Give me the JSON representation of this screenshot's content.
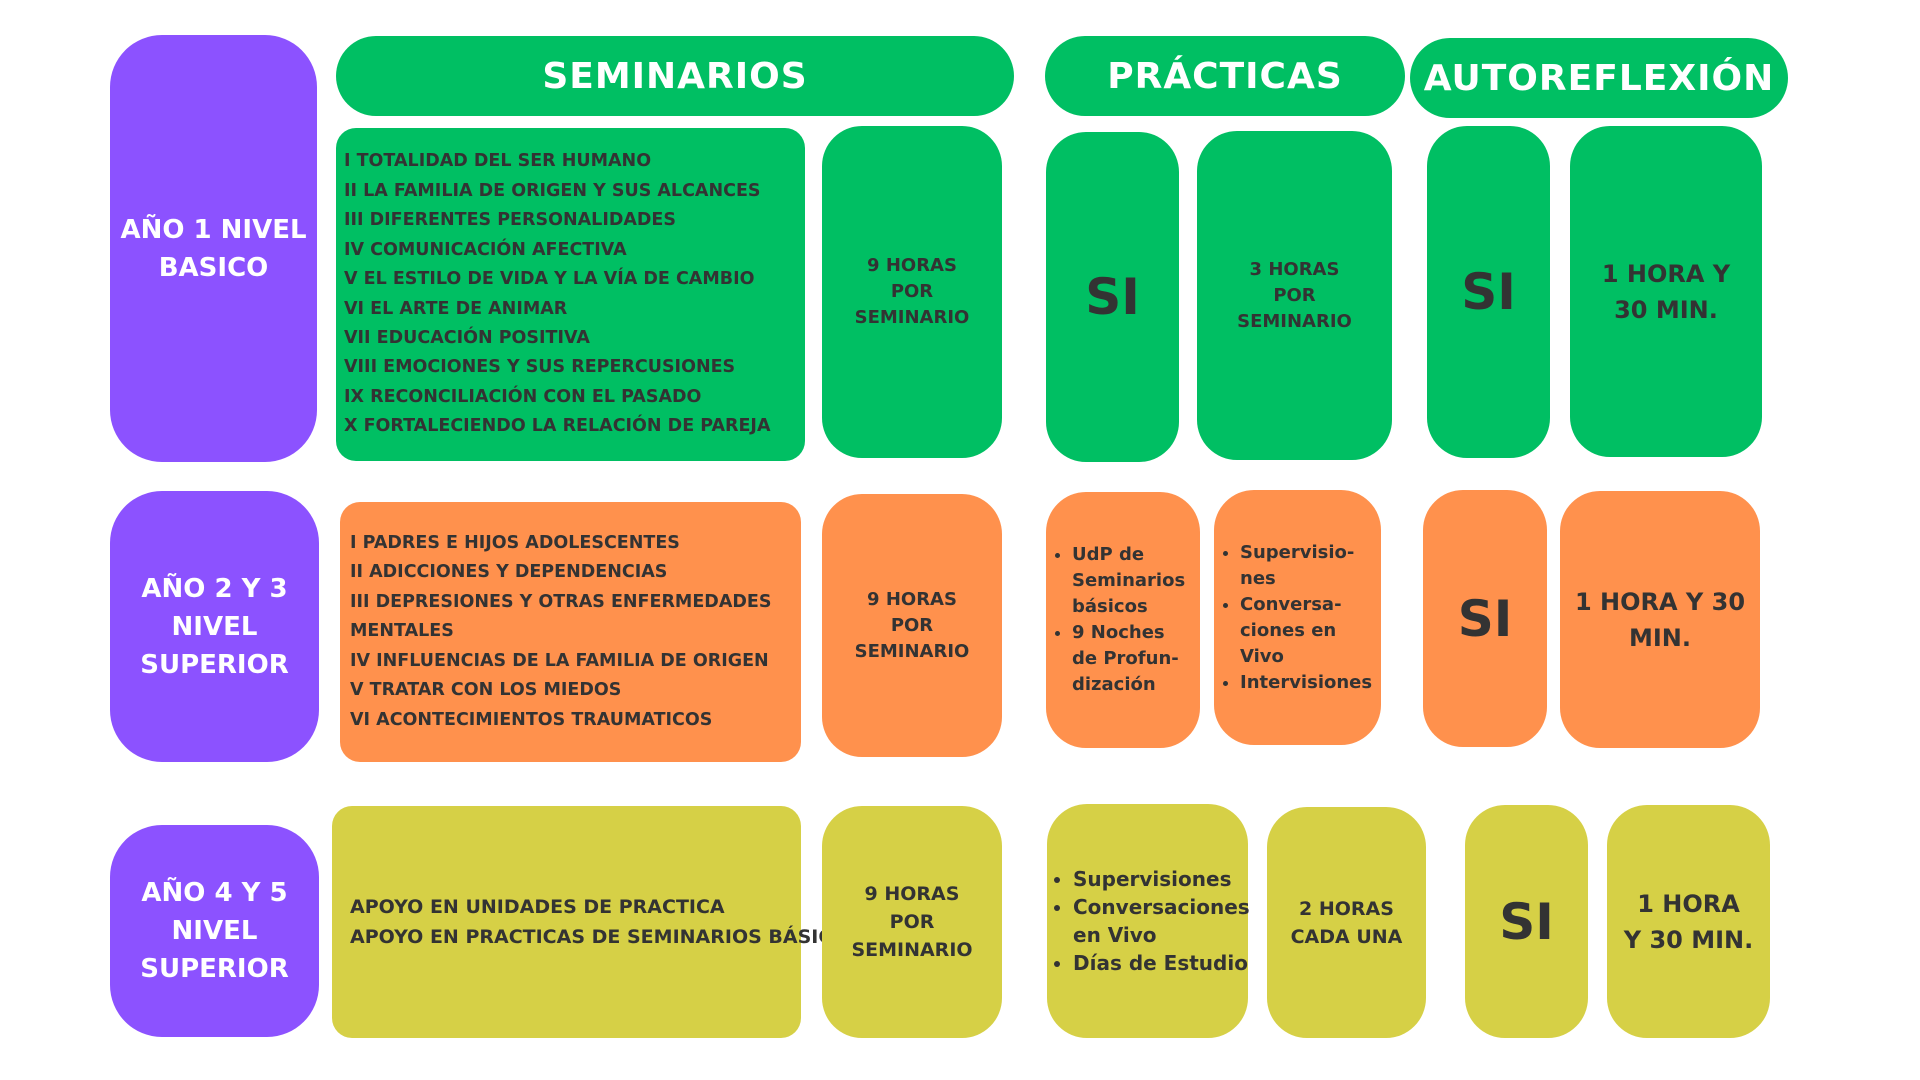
{
  "headers": {
    "seminarios": "SEMINARIOS",
    "practicas": "PRÁCTICAS",
    "autoreflexion": "AUTOREFLEXIÓN"
  },
  "rows": [
    {
      "label": [
        "AÑO 1  NIVEL",
        "BASICO"
      ],
      "topics": [
        "I TOTALIDAD DEL SER HUMANO",
        "II LA FAMILIA DE ORIGEN Y SUS ALCANCES",
        "III DIFERENTES PERSONALIDADES",
        "IV COMUNICACIÓN AFECTIVA",
        "V EL ESTILO DE VIDA Y LA VÍA DE CAMBIO",
        "VI  EL ARTE DE ANIMAR",
        "VII EDUCACIÓN POSITIVA",
        "VIII EMOCIONES Y SUS REPERCUSIONES",
        "IX  RECONCILIACIÓN CON EL PASADO",
        "X  FORTALECIENDO LA RELACIÓN DE PAREJA"
      ],
      "seminar_hours": [
        "9 HORAS",
        "POR",
        "SEMINARIO"
      ],
      "practice": "SI",
      "practice_hours": [
        "3 HORAS",
        "POR",
        "SEMINARIO"
      ],
      "reflection": "SI",
      "reflection_time": [
        "1 HORA Y",
        "30 MIN."
      ]
    },
    {
      "label": [
        "AÑO 2 Y 3",
        "NIVEL",
        "SUPERIOR"
      ],
      "topics": [
        "I PADRES E HIJOS ADOLESCENTES",
        "II ADICCIONES Y DEPENDENCIAS",
        "III DEPRESIONES Y OTRAS ENFERMEDADES",
        "MENTALES",
        "IV INFLUENCIAS DE LA FAMILIA DE ORIGEN",
        "V TRATAR CON LOS MIEDOS",
        "VI  ACONTECIMIENTOS TRAUMATICOS"
      ],
      "seminar_hours": [
        "9 HORAS",
        "POR",
        "SEMINARIO"
      ],
      "practice_list_a": [
        [
          "UdP de",
          "Seminarios",
          "básicos"
        ],
        [
          "9 Noches",
          "de Profun-",
          "dización"
        ]
      ],
      "practice_list_b": [
        [
          "Supervisio-",
          "nes"
        ],
        [
          "Conversa-",
          "ciones en",
          "Vivo"
        ],
        [
          "Intervisiones"
        ]
      ],
      "reflection": "SI",
      "reflection_time": [
        "1 HORA Y 30",
        "MIN."
      ]
    },
    {
      "label": [
        "AÑO 4 Y 5",
        "NIVEL",
        "SUPERIOR"
      ],
      "topics": [
        "APOYO EN UNIDADES DE PRACTICA",
        "APOYO EN PRACTICAS DE SEMINARIOS BÁSICOS"
      ],
      "seminar_hours": [
        "9 HORAS",
        "POR",
        "SEMINARIO"
      ],
      "practice_list": [
        [
          "Supervisiones"
        ],
        [
          "Conversaciones",
          "en Vivo"
        ],
        [
          "Días de Estudio"
        ]
      ],
      "practice_hours": [
        "2 HORAS",
        "CADA UNA"
      ],
      "reflection": "SI",
      "reflection_time": [
        "1 HORA",
        "Y 30 MIN."
      ]
    }
  ],
  "colors": {
    "green": "#00bf63",
    "orange": "#ff914d",
    "olive": "#d6d046",
    "purple": "#8c52ff",
    "text_dark": "#333333",
    "text_light": "#ffffff"
  }
}
